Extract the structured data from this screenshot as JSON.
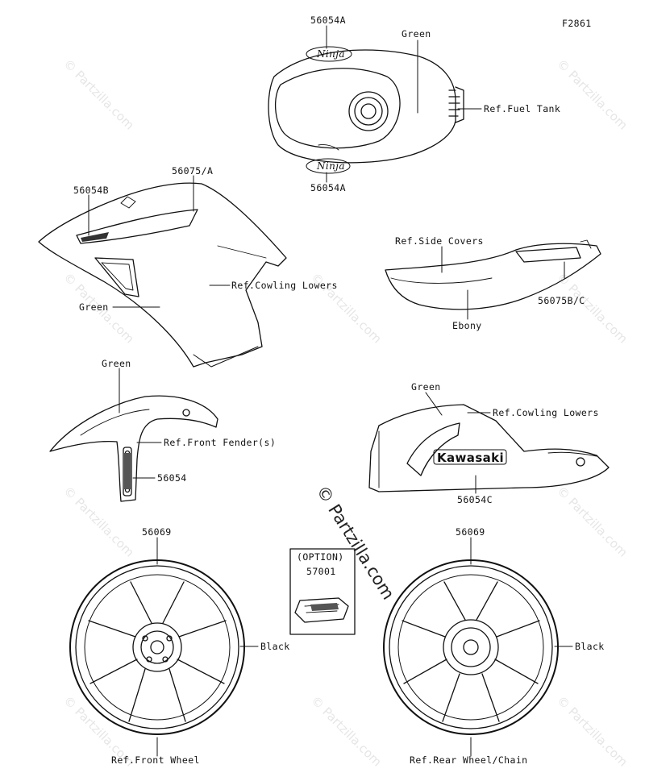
{
  "figure_code": "F2861",
  "watermark": "© Partzilla.com",
  "parts": {
    "tank_top_part": "56054A",
    "tank_bottom_part": "56054A",
    "tank_color": "Green",
    "fuel_tank_ref": "Ref.Fuel Tank",
    "cowl_part_a": "56075/A",
    "cowl_part_b": "56054B",
    "cowl_ref": "Ref.Cowling Lowers",
    "cowl_color": "Green",
    "side_cover_ref": "Ref.Side Covers",
    "side_cover_part": "56075B/C",
    "side_cover_color": "Ebony",
    "fender_color": "Green",
    "fender_ref": "Ref.Front Fender(s)",
    "fender_part": "56054",
    "lower_cowl_color": "Green",
    "lower_cowl_ref": "Ref.Cowling Lowers",
    "lower_cowl_part": "56054C",
    "option_label": "(OPTION)",
    "option_part": "57001",
    "front_wheel_part": "56069",
    "front_wheel_color": "Black",
    "front_wheel_ref": "Ref.Front Wheel",
    "rear_wheel_part": "56069",
    "rear_wheel_color": "Black",
    "rear_wheel_ref": "Ref.Rear Wheel/Chain"
  },
  "decals": {
    "ninja": "Ninja",
    "kawasaki": "Kawasaki"
  }
}
